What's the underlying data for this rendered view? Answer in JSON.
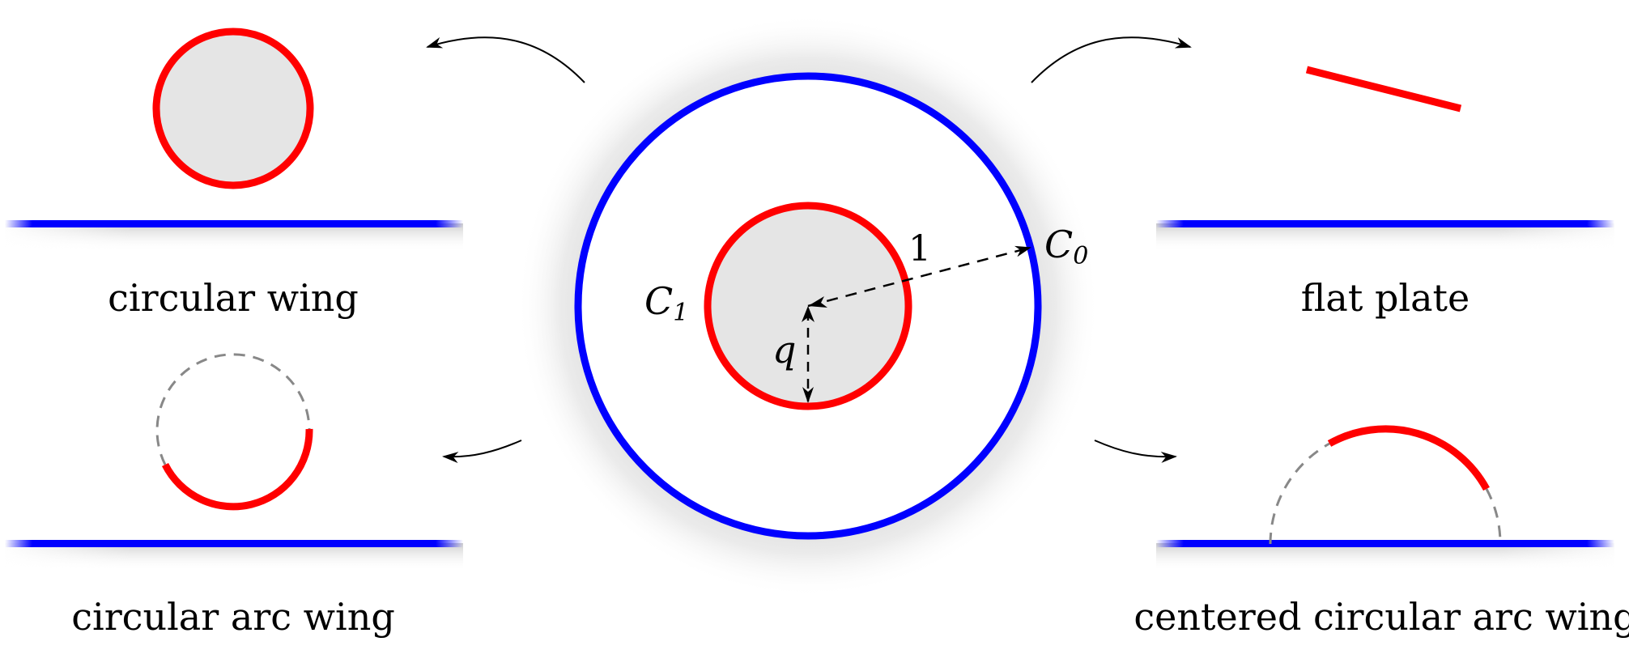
{
  "labels": {
    "circular_wing": "circular wing",
    "flat_plate": "flat plate",
    "circular_arc_wing": "circular arc wing",
    "centered_circular_arc_wing": "centered circular arc wing"
  },
  "annulus": {
    "outer_label": "C",
    "outer_sub": "0",
    "inner_label": "C",
    "inner_sub": "1",
    "radius_label": "1",
    "offset_label": "q"
  },
  "colors": {
    "wing": "#ff0000",
    "wall": "#0000ff",
    "fill": "#e5e5e5",
    "halo": "#dcdcdc",
    "dashed": "#888888",
    "arrow": "#000000"
  }
}
